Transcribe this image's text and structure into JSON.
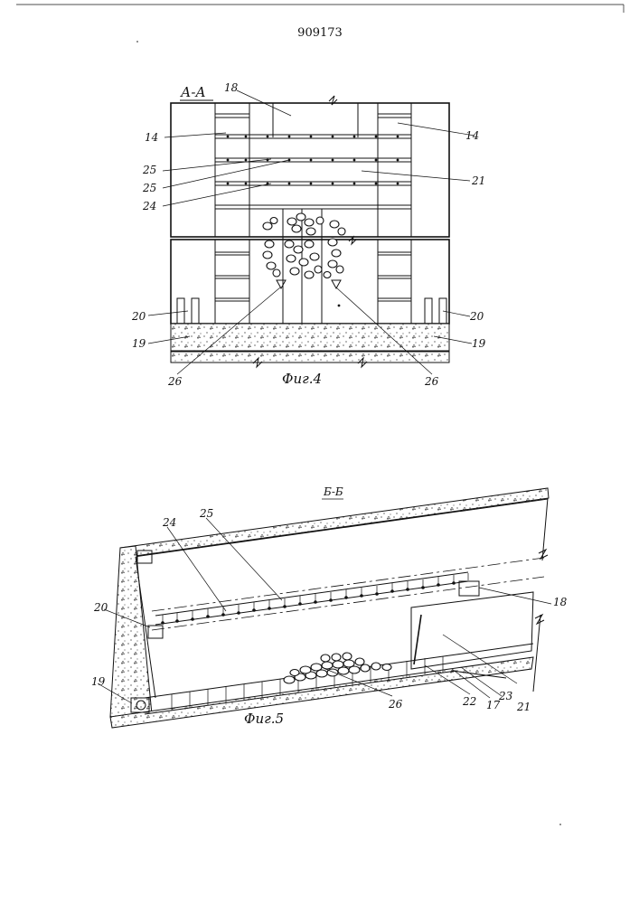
{
  "document": {
    "number": "909173"
  },
  "figure4": {
    "section_label": "А-А",
    "caption": "Фиг.4",
    "labels": {
      "l18": "18",
      "l14_left": "14",
      "l14_right": "14",
      "l25_a": "25",
      "l25_b": "25",
      "l24": "24",
      "l21": "21",
      "l20_left": "20",
      "l20_right": "20",
      "l19_left": "19",
      "l19_right": "19",
      "l26_left": "26",
      "l26_right": "26"
    }
  },
  "figure5": {
    "section_label": "Б-Б",
    "caption": "Фиг.5",
    "labels": {
      "l24": "24",
      "l25": "25",
      "l20": "20",
      "l19": "19",
      "l18": "18",
      "l26": "26",
      "l22": "22",
      "l17": "17",
      "l23": "23",
      "l21": "21"
    }
  }
}
